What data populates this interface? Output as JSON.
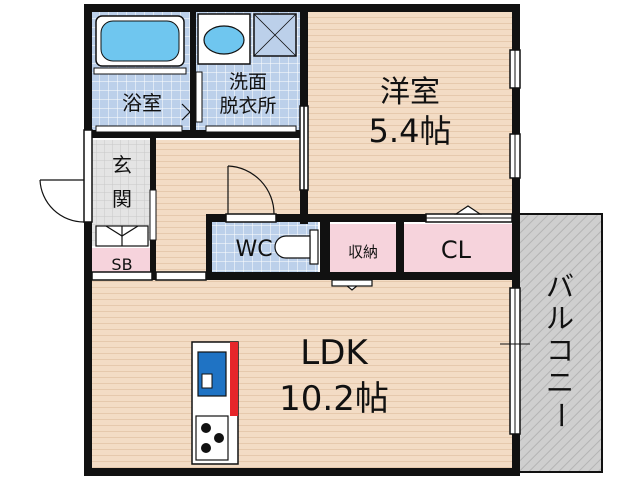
{
  "rooms": {
    "western_room": {
      "name": "洋室",
      "size": "5.4帖"
    },
    "ldk": {
      "name": "LDK",
      "size": "10.2帖"
    },
    "bath": {
      "name": "浴室"
    },
    "washroom": {
      "line1": "洗面",
      "line2": "脱衣所"
    },
    "entrance": {
      "char1": "玄",
      "char2": "関"
    },
    "shoe_box": {
      "name": "SB"
    },
    "toilet": {
      "name": "WC"
    },
    "storage": {
      "name": "収納"
    },
    "closet": {
      "name": "CL"
    },
    "balcony": {
      "chars": [
        "バ",
        "ル",
        "コ",
        "ニ",
        "ー"
      ]
    }
  },
  "colors": {
    "wall": "#111111",
    "floor_wood": "#f3dcc5",
    "floor_wood_line": "#e6c9ad",
    "tile": "#bcd0ea",
    "tile_line": "#ffffff",
    "entrance_tile": "#e4e4e4",
    "pink": "#f6d3dc",
    "balcony": "#cfcfcf",
    "balcony_hatch": "#b4b4b4",
    "bathtub": "#6fc6ef",
    "stove_blue": "#1f73c4",
    "kitchen_red": "#e6262a"
  }
}
